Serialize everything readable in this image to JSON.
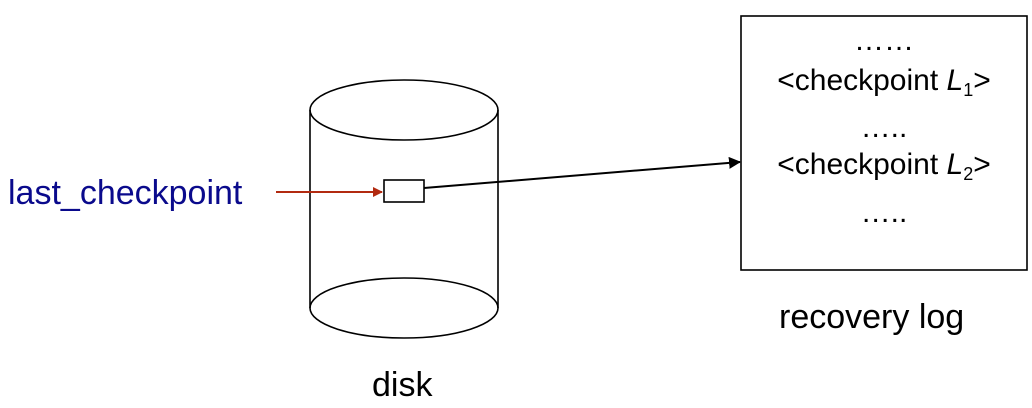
{
  "labels": {
    "pointer": "last_checkpoint",
    "disk": "disk",
    "log": "recovery log"
  },
  "log_entries": [
    {
      "text": "……"
    },
    {
      "prefix": "<checkpoint ",
      "var": "L",
      "sub": "1",
      "suffix": ">"
    },
    {
      "text": "….."
    },
    {
      "prefix": "<checkpoint ",
      "var": "L",
      "sub": "2",
      "suffix": ">"
    },
    {
      "text": "….."
    }
  ],
  "colors": {
    "pointer_text": "#0a0a8c",
    "pointer_arrow": "#b22a10",
    "stroke": "#000000"
  }
}
